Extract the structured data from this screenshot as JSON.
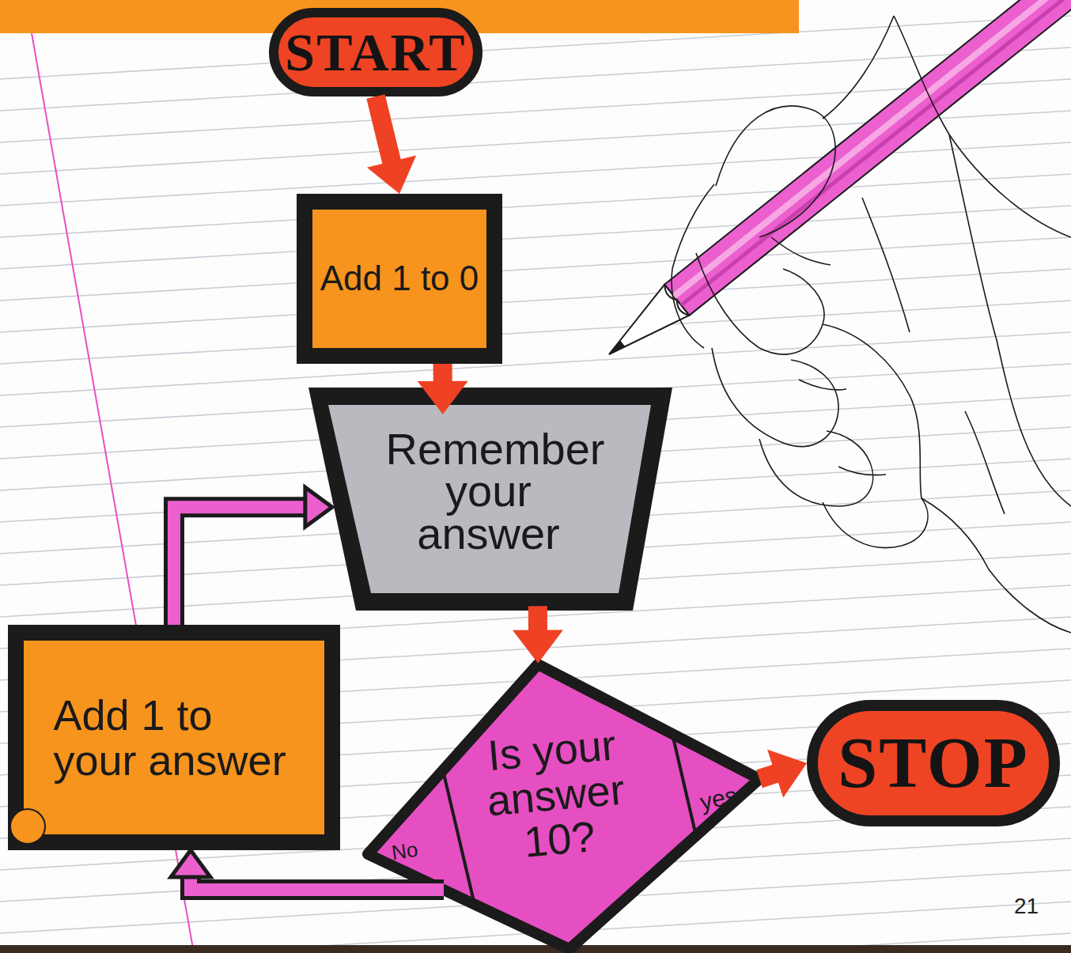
{
  "diagram": {
    "nodes": [
      {
        "text": [
          "START"
        ]
      },
      {
        "text": [
          "Add 1 to 0"
        ]
      },
      {
        "text": [
          "Remember your answer"
        ]
      },
      {
        "text": [
          "Is your answer 10?",
          "No",
          "yes"
        ]
      },
      {
        "text": [
          "Add 1 to your answer"
        ]
      },
      {
        "text": [
          "STOP"
        ]
      }
    ],
    "edges": [
      {
        "from": 0,
        "to": 1,
        "arrow": "to"
      },
      {
        "from": 1,
        "to": 2,
        "arrow": "to"
      },
      {
        "from": 2,
        "to": 3,
        "arrow": "to"
      },
      {
        "from": 3,
        "to": 5,
        "arrow": "to"
      },
      {
        "from": 3,
        "to": 4,
        "arrow": "to"
      },
      {
        "from": 4,
        "to": 2,
        "arrow": "to"
      }
    ],
    "labels": [
      "21"
    ]
  }
}
